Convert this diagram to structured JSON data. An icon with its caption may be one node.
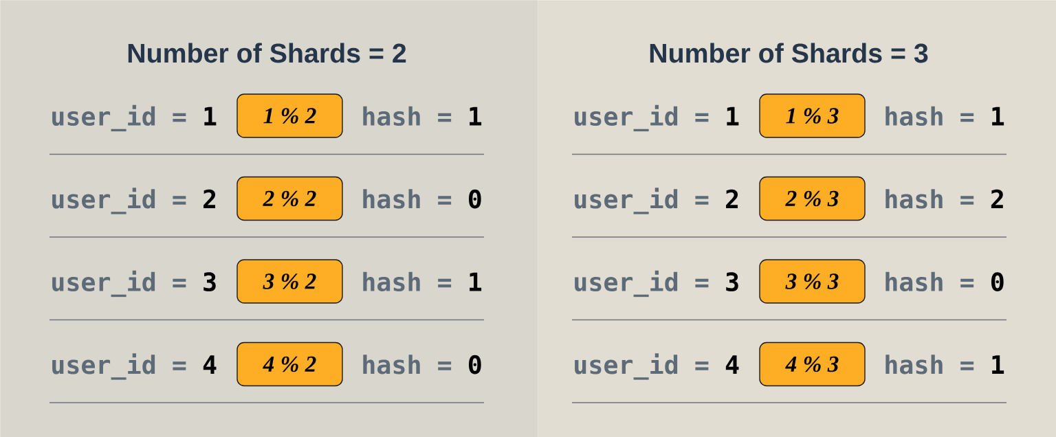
{
  "diagram": {
    "nodes": [
      {
        "text": [
          "Number of Shards = 2"
        ]
      },
      {
        "text": [
          "1 % 2"
        ],
        "in": 0,
        "beside": [
          "user_id = **1**",
          "hash = **1**"
        ]
      },
      {
        "text": [
          "2 % 2"
        ],
        "in": 0,
        "beside": [
          "user_id = **2**",
          "hash = **0**"
        ]
      },
      {
        "text": [
          "3 % 2"
        ],
        "in": 0,
        "beside": [
          "user_id = **3**",
          "hash = **1**"
        ]
      },
      {
        "text": [
          "4 % 2"
        ],
        "in": 0,
        "beside": [
          "user_id = **4**",
          "hash = **0**"
        ]
      },
      {
        "text": [
          "Number of Shards = 3"
        ]
      },
      {
        "text": [
          "1 % 3"
        ],
        "in": 5,
        "beside": [
          "user_id = **1**",
          "hash = **1**"
        ]
      },
      {
        "text": [
          "2 % 3"
        ],
        "in": 5,
        "beside": [
          "user_id = **2**",
          "hash = **2**"
        ]
      },
      {
        "text": [
          "3 % 3"
        ],
        "in": 5,
        "beside": [
          "user_id = **3**",
          "hash = **0**"
        ]
      },
      {
        "text": [
          "4 % 3"
        ],
        "in": 5,
        "beside": [
          "user_id = **4**",
          "hash = **1**"
        ]
      }
    ]
  }
}
